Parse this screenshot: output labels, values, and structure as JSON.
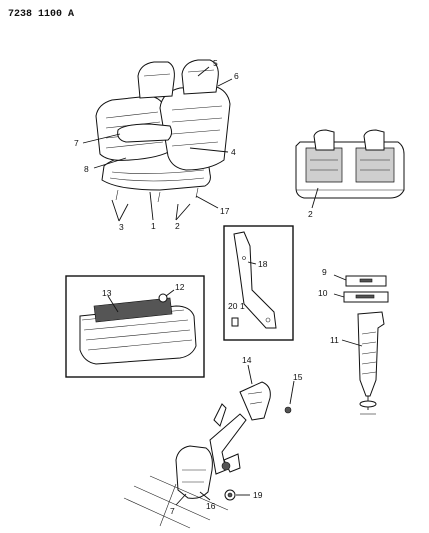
{
  "drawing_code": "7238 1100 A",
  "callouts": {
    "n1": "1",
    "n2a": "2",
    "n2b": "2",
    "n3": "3",
    "n4": "4",
    "n5": "5",
    "n6": "6",
    "n7a": "7",
    "n7b": "7",
    "n8": "8",
    "n9": "9",
    "n10": "10",
    "n11": "11",
    "n12": "12",
    "n13": "13",
    "n14": "14",
    "n15": "15",
    "n16": "16",
    "n17": "17",
    "n18": "18",
    "n19": "19",
    "n20": "20",
    "n21": "1"
  }
}
